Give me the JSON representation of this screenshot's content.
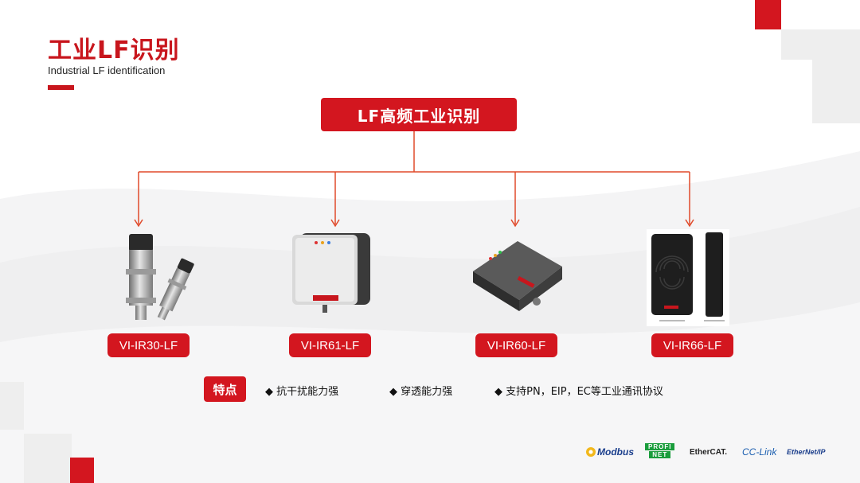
{
  "header": {
    "title": "工业LF识别",
    "subtitle": "Industrial LF identification"
  },
  "root": {
    "label": "LF高频工业识别"
  },
  "products": [
    {
      "name": "VI-IR30-LF"
    },
    {
      "name": "VI-IR61-LF"
    },
    {
      "name": "VI-IR60-LF"
    },
    {
      "name": "VI-IR66-LF"
    }
  ],
  "features": {
    "label": "特点",
    "items": [
      "◆ 抗干扰能力强",
      "◆ 穿透能力强",
      "◆ 支持PN，EIP，EC等工业通讯协议"
    ]
  },
  "protocols": {
    "modbus": "Modbus",
    "profinet_top": "PROFI",
    "profinet_bottom": "NET",
    "ethercat": "EtherCAT.",
    "cclink": "CC-Link",
    "ethernetip": "EtherNet/IP"
  },
  "colors": {
    "brand_red": "#d3161f",
    "title_red": "#c8161d"
  }
}
